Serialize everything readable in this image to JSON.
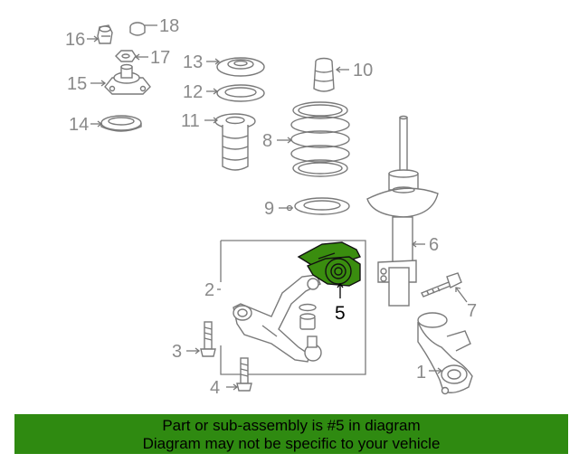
{
  "callouts": {
    "c1": "1",
    "c2": "2",
    "c3": "3",
    "c4": "4",
    "c5": "5",
    "c6": "6",
    "c7": "7",
    "c8": "8",
    "c9": "9",
    "c10": "10",
    "c11": "11",
    "c12": "12",
    "c13": "13",
    "c14": "14",
    "c15": "15",
    "c16": "16",
    "c17": "17",
    "c18": "18"
  },
  "highlight_color": "#3a8d0f",
  "banner": {
    "line1": "Part or sub-assembly is #5 in diagram",
    "line2": "Diagram may not be specific to your vehicle",
    "color": "#2f8a11"
  }
}
